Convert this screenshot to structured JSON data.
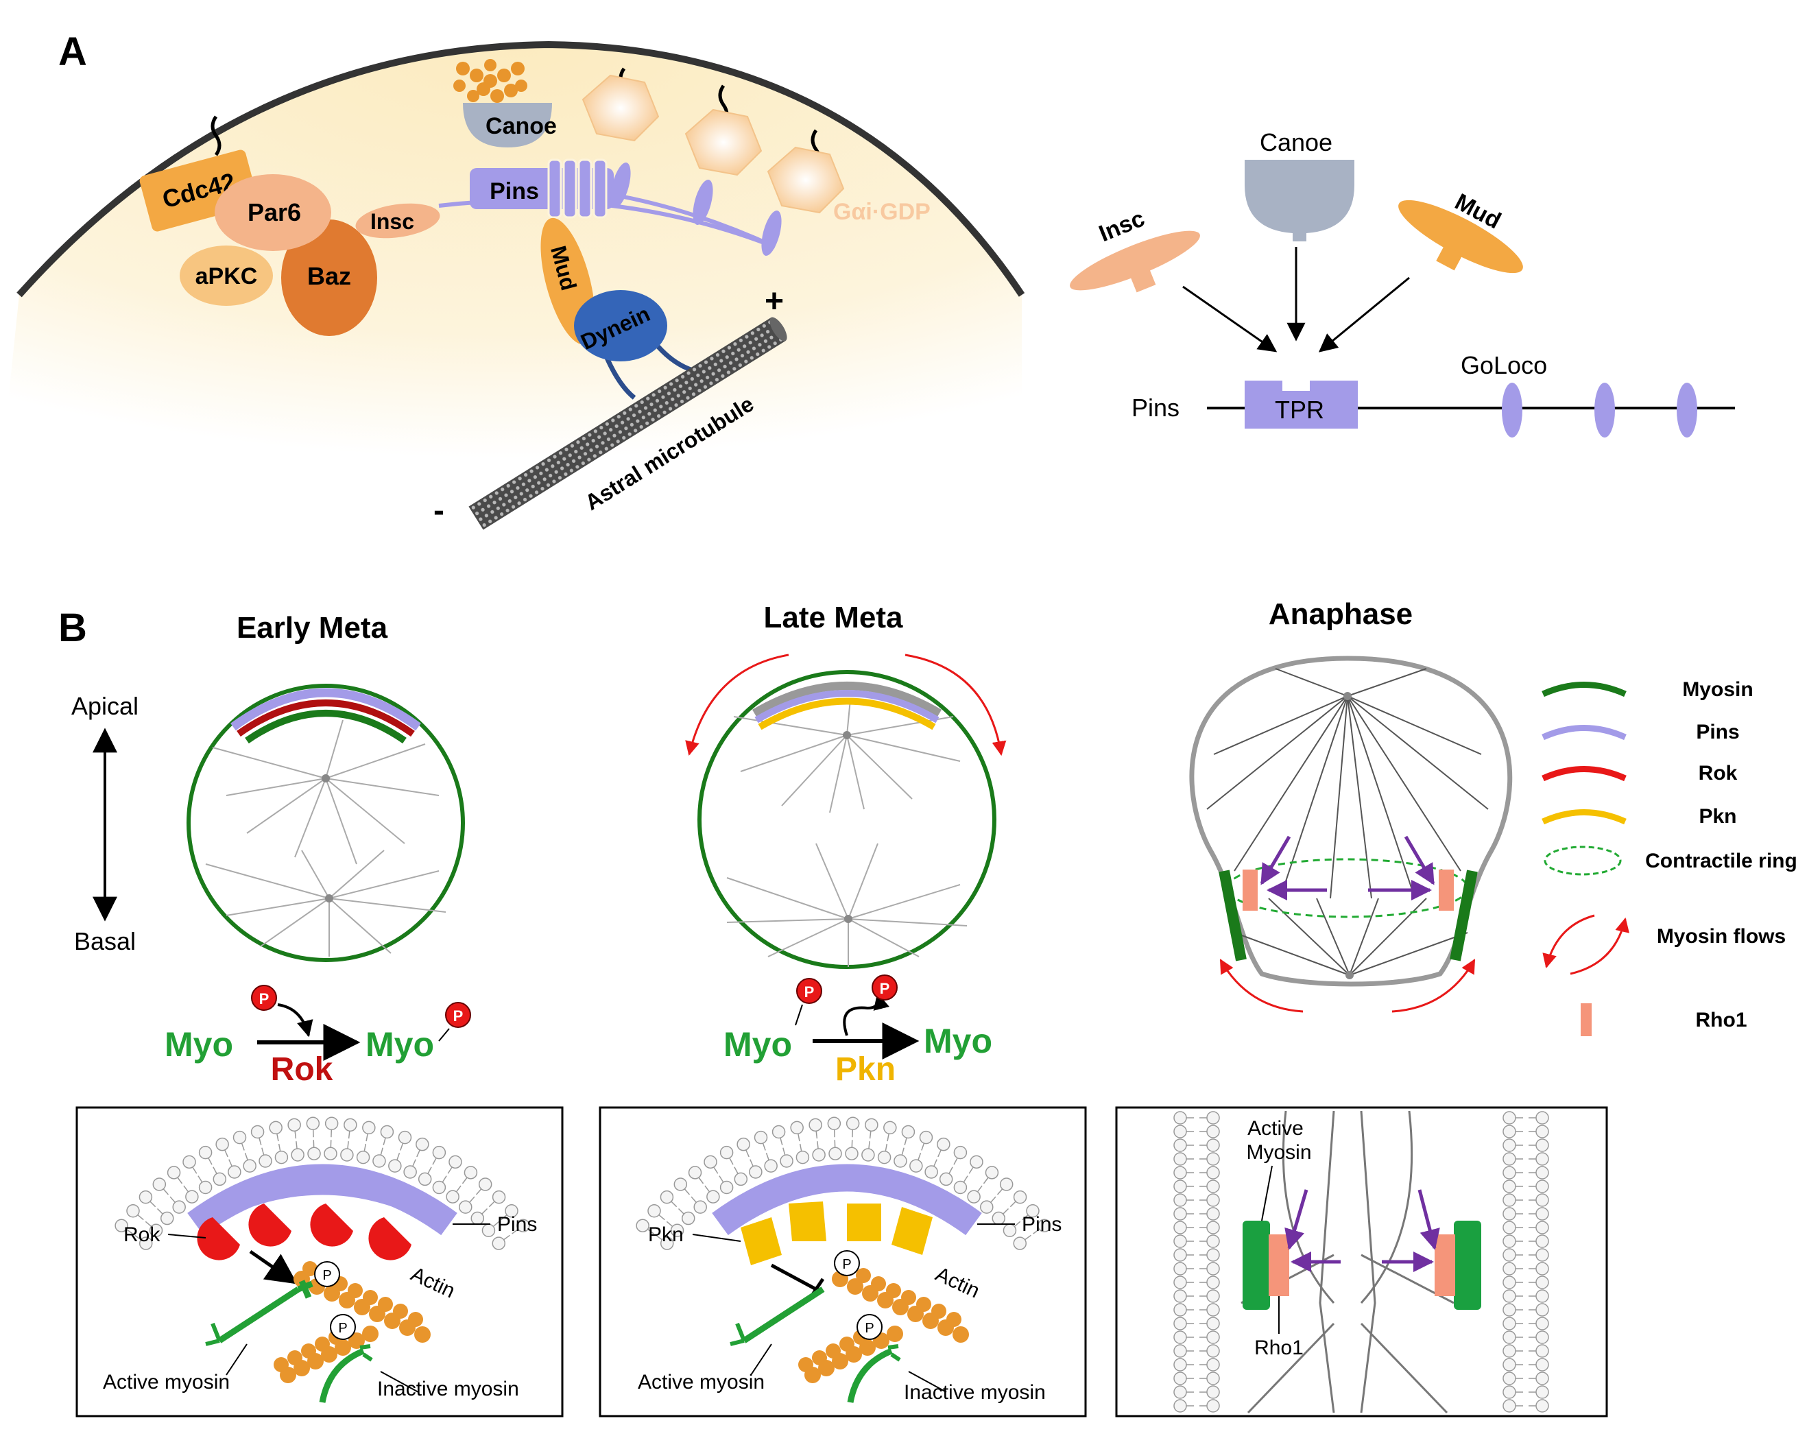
{
  "panel_a": {
    "letter": "A",
    "proteins": {
      "cdc42": "Cdc42",
      "par6": "Par6",
      "apkc": "aPKC",
      "baz": "Baz",
      "insc": "Insc",
      "pins": "Pins",
      "canoe": "Canoe",
      "mud": "Mud",
      "dynein": "Dynein",
      "gai": "Gαi·GDP"
    },
    "microtubule": {
      "label": "Astral microtubule",
      "plus": "+",
      "minus": "-"
    },
    "inset": {
      "canoe": "Canoe",
      "insc": "Insc",
      "mud": "Mud",
      "pins": "Pins",
      "tpr": "TPR",
      "goloco": "GoLoco"
    }
  },
  "panel_b": {
    "letter": "B",
    "stage_titles": {
      "early": "Early Meta",
      "late": "Late Meta",
      "anaphase": "Anaphase"
    },
    "axis": {
      "apical": "Apical",
      "basal": "Basal"
    },
    "reactions": {
      "early": {
        "substrate": "Myo",
        "product": "Myo",
        "enzyme": "Rok",
        "phospho": "P"
      },
      "late": {
        "substrate": "Myo",
        "product": "Myo",
        "enzyme": "Pkn",
        "phospho": "P"
      }
    },
    "legend": [
      {
        "label": "Myosin",
        "color": "#1a7a1a",
        "kind": "arc"
      },
      {
        "label": "Pins",
        "color": "#a39be8",
        "kind": "arc"
      },
      {
        "label": "Rok",
        "color": "#e81818",
        "kind": "arc"
      },
      {
        "label": "Pkn",
        "color": "#f5c000",
        "kind": "arc"
      },
      {
        "label": "Contractile ring",
        "color": "#22aa33",
        "kind": "ellipse"
      },
      {
        "label": "Myosin flows",
        "color": "#e81818",
        "kind": "flows"
      },
      {
        "label": "Rho1",
        "color": "#f5957a",
        "kind": "bar"
      }
    ],
    "boxes": {
      "early": {
        "rok": "Rok",
        "pins": "Pins",
        "actin": "Actin",
        "active": "Active myosin",
        "inactive": "Inactive myosin",
        "phospho": "P"
      },
      "late": {
        "pkn": "Pkn",
        "pins": "Pins",
        "actin": "Actin",
        "active": "Active myosin",
        "inactive": "Inactive myosin",
        "phospho": "P"
      },
      "anaphase": {
        "active_line1": "Active",
        "active_line2": "Myosin",
        "rho1": "Rho1"
      }
    }
  },
  "colors": {
    "myosin": "#1a7a1a",
    "pins": "#a39be8",
    "rok": "#e81818",
    "rok_dark": "#b01010",
    "pkn": "#f5c000",
    "rho1": "#f5957a",
    "actin": "#e8952c",
    "myo_text": "#22a035",
    "pkn_text": "#f0b400",
    "rok_text": "#c01010",
    "cytoplasm": "#fdf3d6",
    "purple_arrow": "#7030a0"
  }
}
